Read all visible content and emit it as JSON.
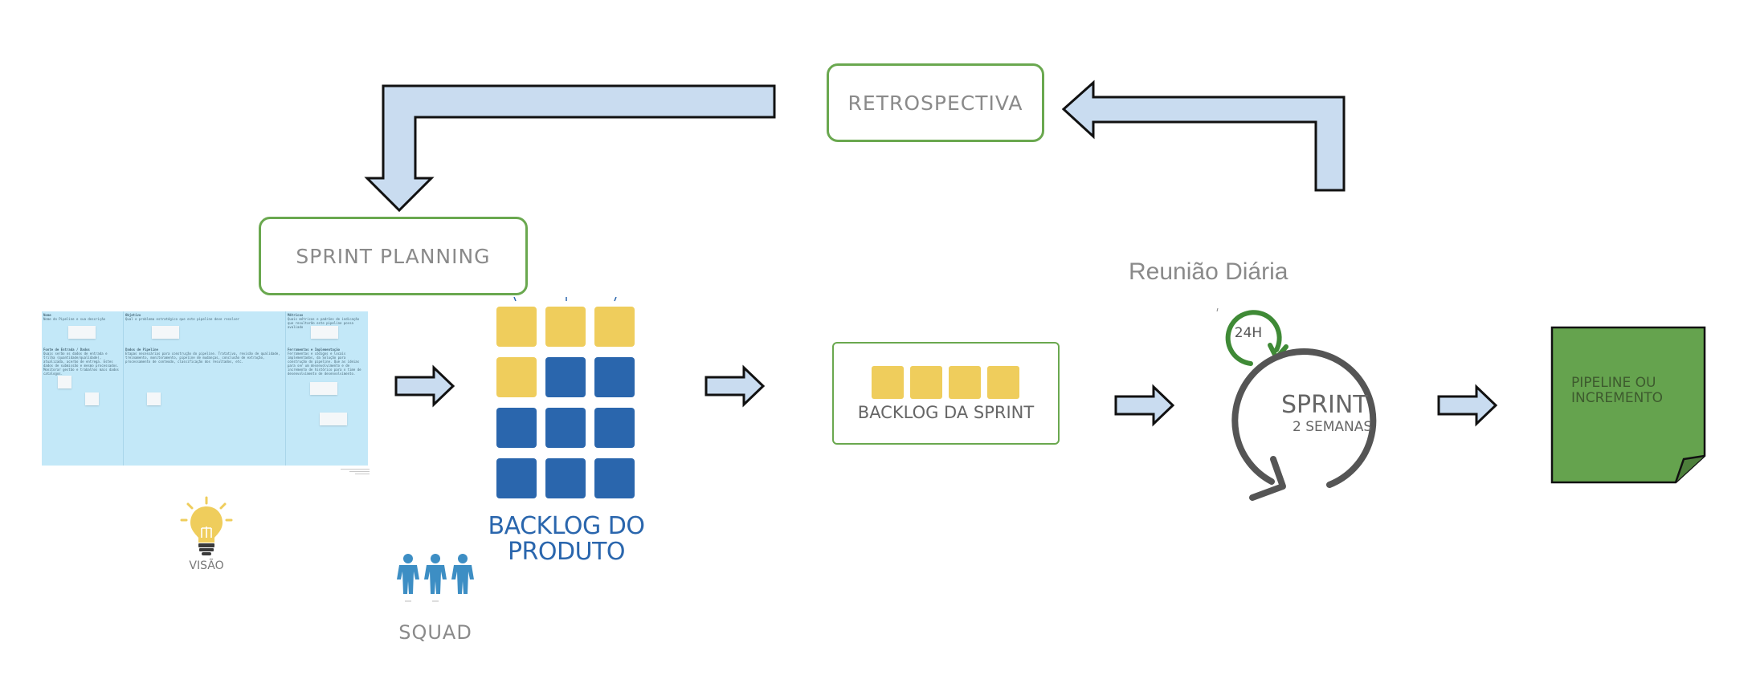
{
  "labels": {
    "retrospectiva": "RETROSPECTIVA",
    "sprint_planning": "SPRINT PLANNING",
    "reuniao_diaria": "Reunião Diária",
    "visao": "VISÃO",
    "squad": "SQUAD",
    "backlog_produto_line1": "BACKLOG DO",
    "backlog_produto_line2": "PRODUTO",
    "backlog_sprint": "BACKLOG DA SPRINT",
    "hours": "24H",
    "sprint": "SPRINT",
    "sprint_duration": "2 SEMANAS",
    "pipeline_line1": "PIPELINE OU",
    "pipeline_line2": "INCREMENTO"
  },
  "canvas_board": {
    "columns": [
      {
        "title": "Nome",
        "text": "Nome do Pipeline e sua descrição"
      },
      {
        "title": "Objetivo",
        "text": "Qual o problema estratégico que este pipeline deve resolver"
      },
      {
        "title": "Métricas",
        "text": "Quais métricas e padrões de indicação que resultarão este pipeline possa avaliado"
      }
    ],
    "sections": [
      {
        "title": "Fonte de Entrada / Dados",
        "text": "Quais serão os dados de entrada e trilha (quantidade/qualidade), atualizada, acerbo de entrega. Estes dados de submissão e mesmo processados. Monitorar gestão e trabalhos mais dados catalogos."
      },
      {
        "title": "Dados de Pipeline",
        "text": "Etapas necessárias para construção do pipeline. Tratativa, revisão de qualidade, treinamento, monitoramento, pipeline de mudanças, conclusão de extração, processamento de conteúdo, classificação dos resultados, etc."
      },
      {
        "title": "Ferramentas e Implementação",
        "text": "Ferramentas e códigos e locais implementados, da Solução para construção do pipeline. Que as ideias para ser um desenvolvimento e de incremento de histórico para o time de desenvolvimento de desenvolvimento."
      }
    ]
  },
  "colors": {
    "arrow_fill": "#c9dcf0",
    "arrow_stroke": "#111111",
    "box_border": "#6aa84f",
    "yellow": "#efcd5c",
    "blue": "#2a66ad",
    "pipeline_green": "#65a34e",
    "cycle_gray": "#555555",
    "cycle_green": "#3f8a36",
    "squad_blue": "#3d8ec4"
  },
  "grid": {
    "product_backlog": [
      [
        "yellow",
        "yellow",
        "yellow"
      ],
      [
        "yellow",
        "blue",
        "blue"
      ],
      [
        "blue",
        "blue",
        "blue"
      ],
      [
        "blue",
        "blue",
        "blue"
      ]
    ],
    "sprint_backlog_cards": 4
  },
  "icons": {
    "vision": "lightbulb-icon",
    "squad": "people-group-icon",
    "daily": "clock-cycle-icon",
    "sprint": "cycle-arrow-icon",
    "pipeline": "note-icon"
  }
}
